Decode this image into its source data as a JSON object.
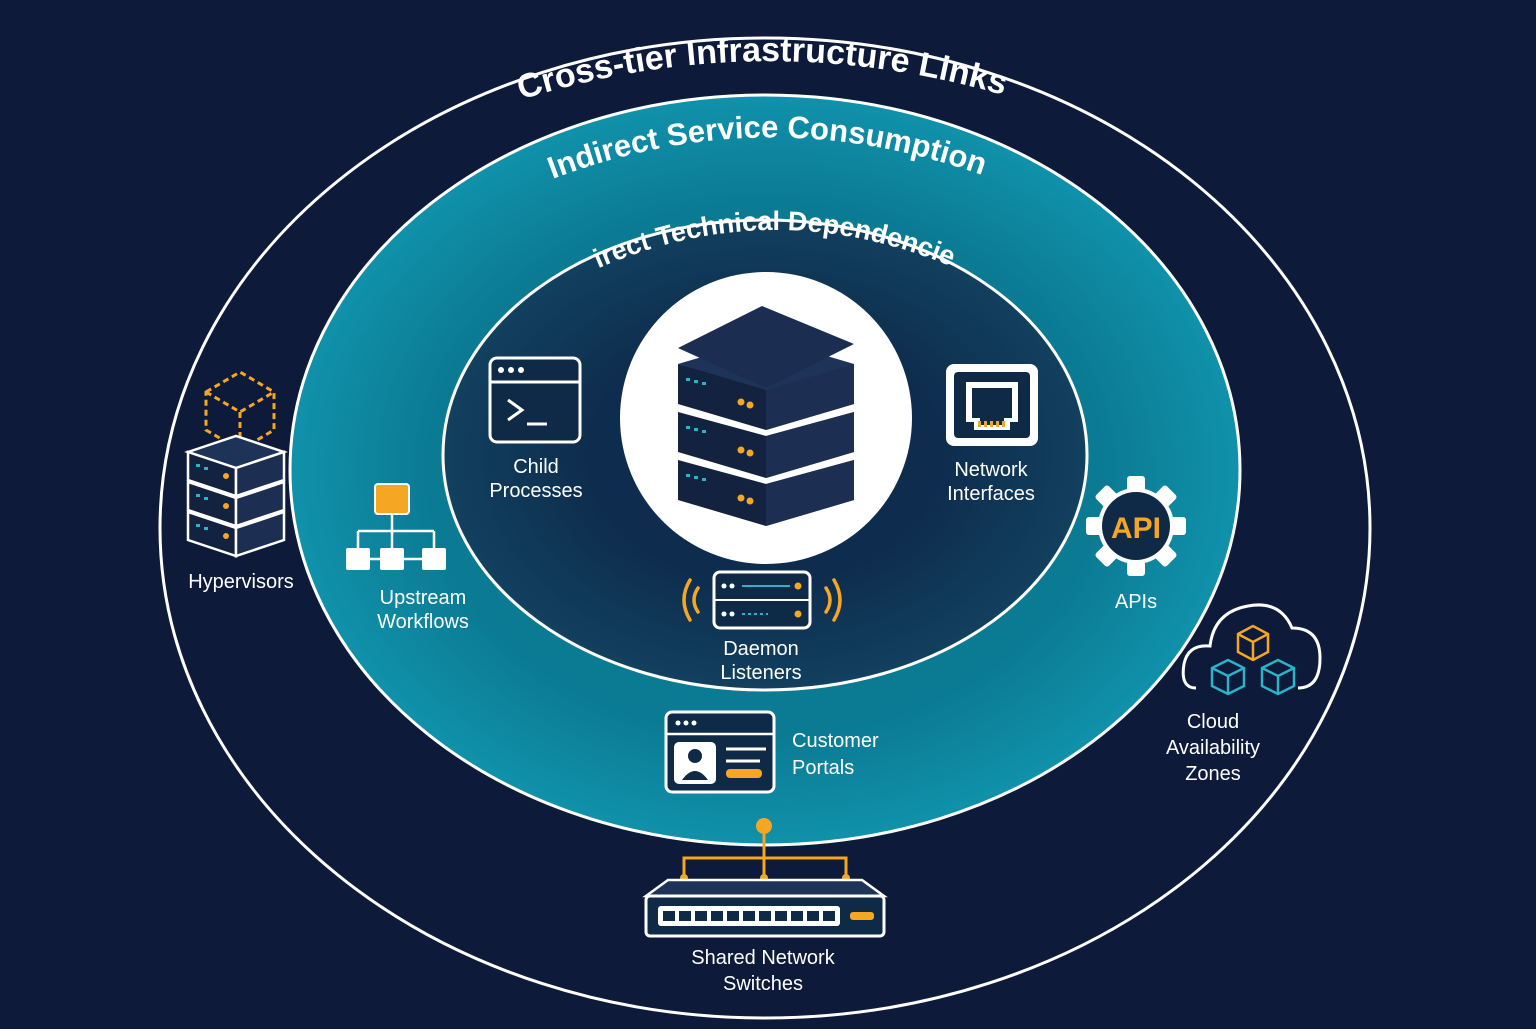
{
  "rings": {
    "outer": "Cross-tier Infrastructure Links",
    "middle": "Indirect Service Consumption",
    "inner": "Direct Technical Dependencies"
  },
  "center": {
    "icon": "server-stack-icon"
  },
  "nodes": {
    "child_processes": {
      "line1": "Child",
      "line2": "Processes",
      "icon": "terminal-icon"
    },
    "network_interfaces": {
      "line1": "Network",
      "line2": "Interfaces",
      "icon": "ethernet-port-icon"
    },
    "daemon_listeners": {
      "line1": "Daemon",
      "line2": "Listeners",
      "icon": "daemon-device-icon"
    },
    "upstream_workflows": {
      "line1": "Upstream",
      "line2": "Workflows",
      "icon": "workflow-icon"
    },
    "customer_portals": {
      "line1": "Customer",
      "line2": "Portals",
      "icon": "portal-profile-icon"
    },
    "apis": {
      "line1": "APIs",
      "icon": "api-gear-icon",
      "badge": "API"
    },
    "hypervisors": {
      "line1": "Hypervisors",
      "icon": "hypervisor-icon"
    },
    "cloud_zones": {
      "line1": "Cloud",
      "line2": "Availability",
      "line3": "Zones",
      "icon": "cloud-cubes-icon"
    },
    "switches": {
      "line1": "Shared Network",
      "line2": "Switches",
      "icon": "network-switch-icon"
    }
  },
  "colors": {
    "background": "#0d1a3a",
    "middle_ring": "#0e8099",
    "inner_ring": "#0f3352",
    "accent": "#f5a623",
    "icon_dark": "#13223f",
    "teal_accent": "#2bb3c8"
  }
}
